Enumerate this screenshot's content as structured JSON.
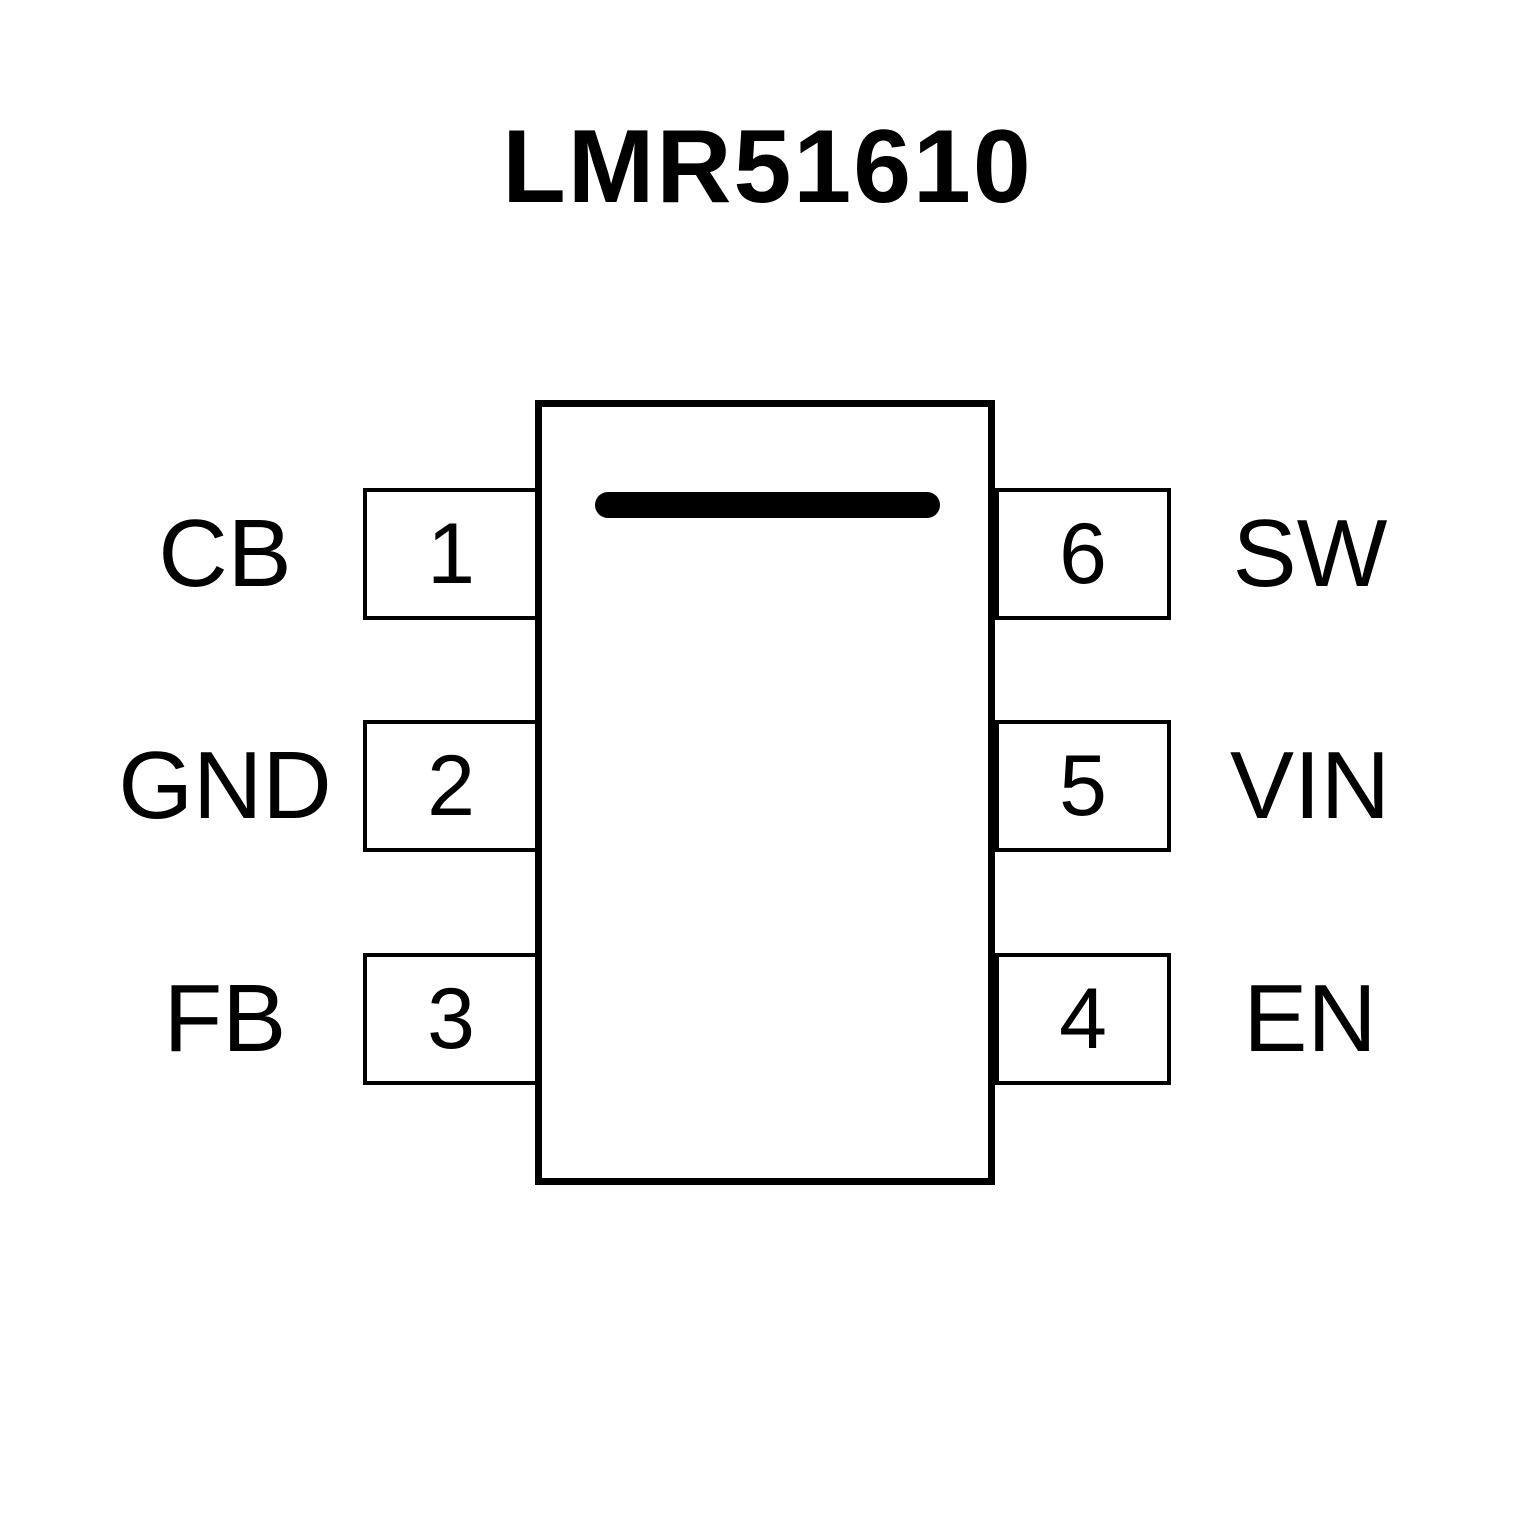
{
  "title": "LMR51610",
  "chip": {
    "left_pins": [
      {
        "number": "1",
        "label": "CB"
      },
      {
        "number": "2",
        "label": "GND"
      },
      {
        "number": "3",
        "label": "FB"
      }
    ],
    "right_pins": [
      {
        "number": "6",
        "label": "SW"
      },
      {
        "number": "5",
        "label": "VIN"
      },
      {
        "number": "4",
        "label": "EN"
      }
    ]
  },
  "colors": {
    "line": "#000000",
    "background": "#ffffff"
  }
}
